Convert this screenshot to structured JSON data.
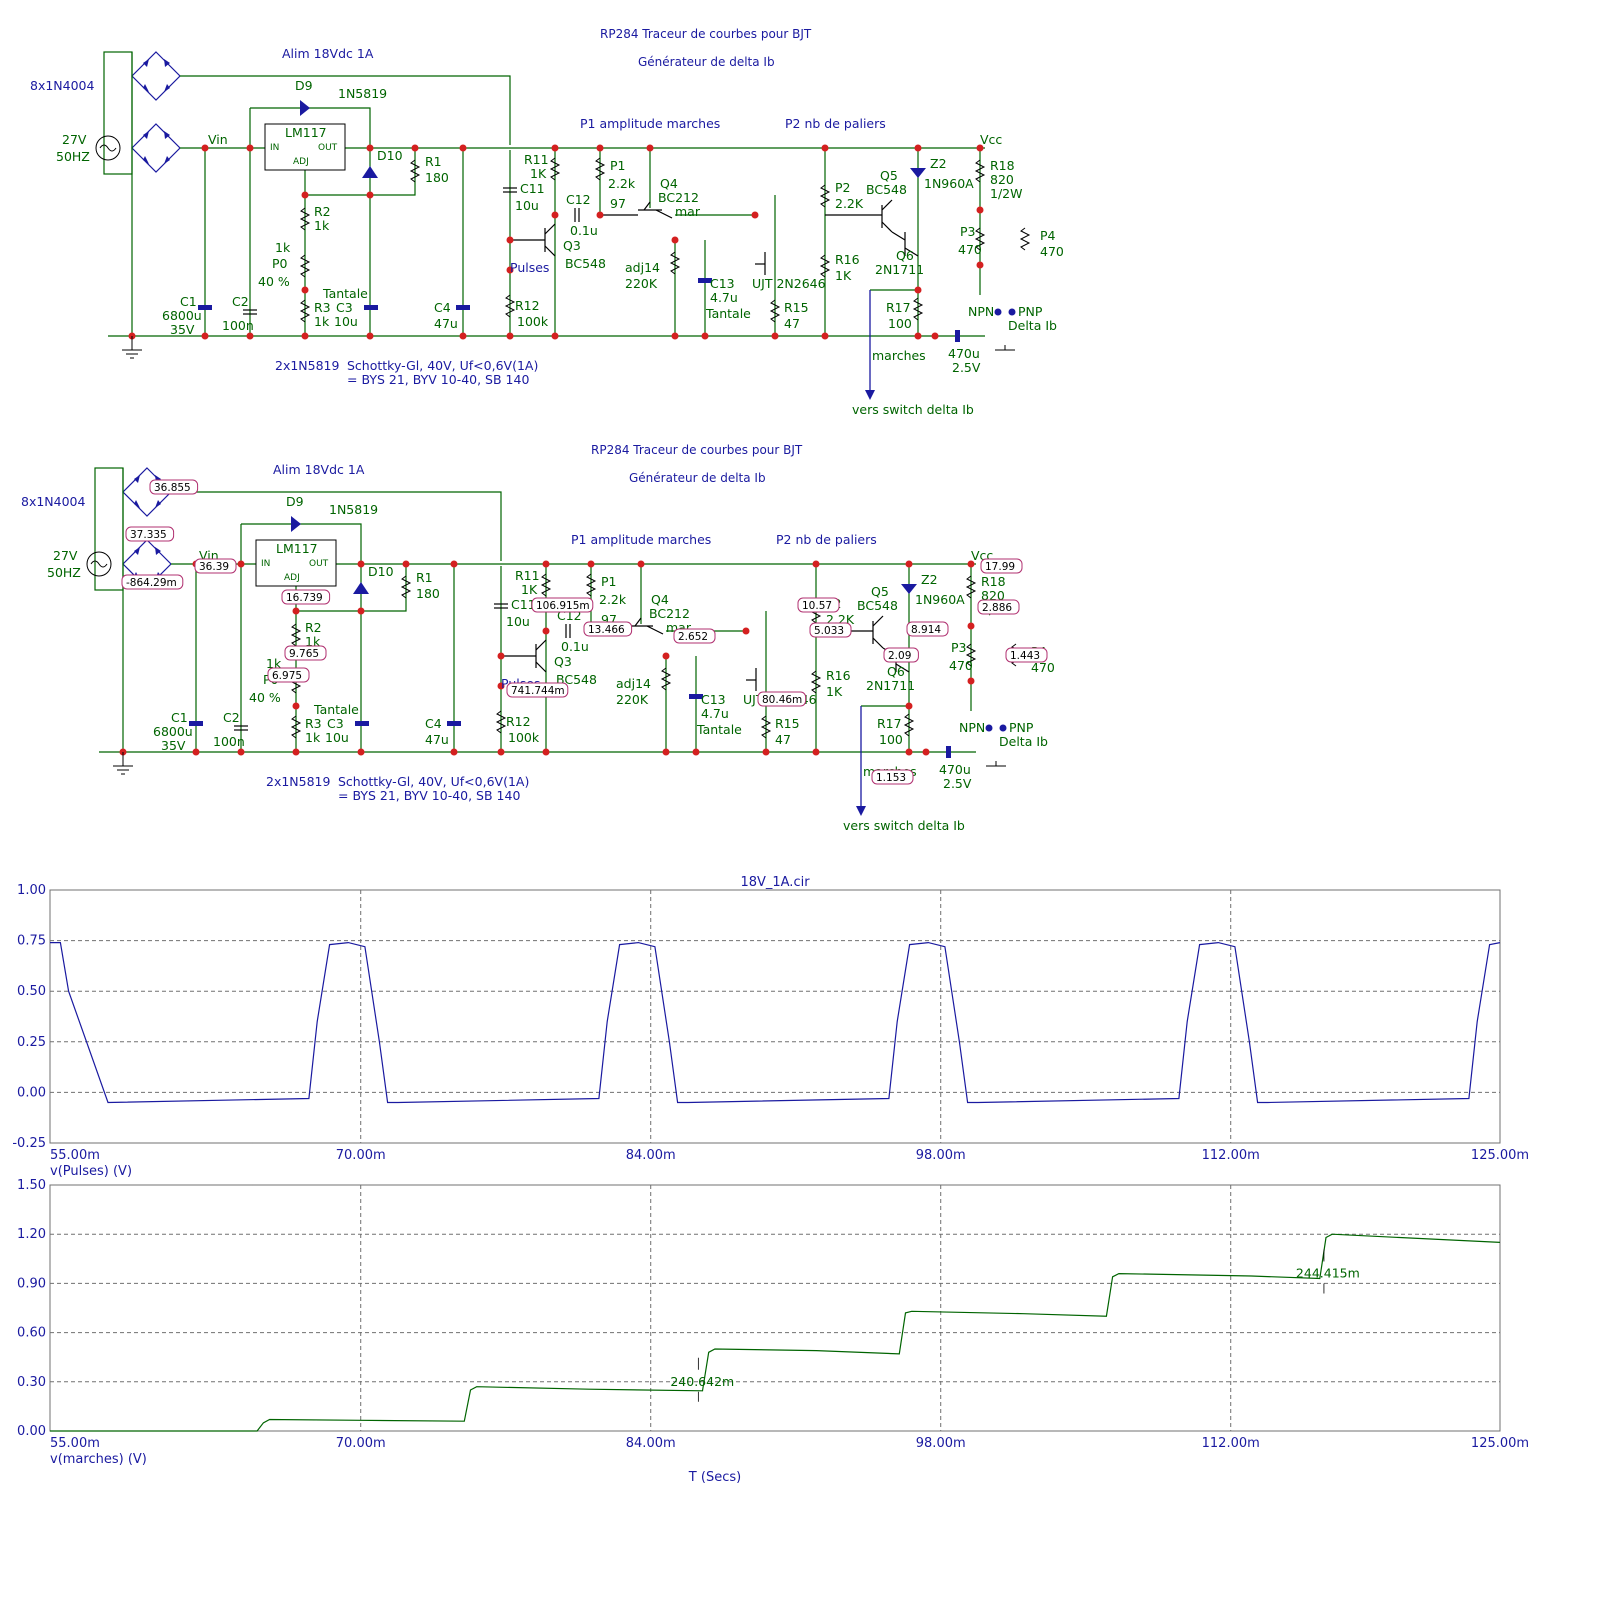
{
  "schematic": {
    "title": "RP284 Traceur de courbes pour BJT",
    "subtitle": "Générateur de delta Ib",
    "labels": {
      "alim": "Alim 18Vdc 1A",
      "bridge": "8x1N4004",
      "source_v": "27V",
      "source_f": "50HZ",
      "vin": "Vin",
      "vcc": "Vcc",
      "d9": "D9",
      "d9_part": "1N5819",
      "lm117": "LM117",
      "in": "IN",
      "out": "OUT",
      "adj": "ADJ",
      "d10": "D10",
      "r1": "R1",
      "r1_val": "180",
      "r2": "R2",
      "r2_val": "1k",
      "p0": "P0",
      "p0_val": "1k",
      "p0_pct": "40 %",
      "r3": "R3",
      "r3_val": "1k",
      "c1": "C1",
      "c1_val": "6800u",
      "c1_v": "35V",
      "c2": "C2",
      "c2_val": "100n",
      "c3": "C3",
      "c3_val": "10u",
      "tantale": "Tantale",
      "c4": "C4",
      "c4_val": "47u",
      "schottky_count": "2x1N5819",
      "schottky_note1": "Schottky-Gl, 40V, Uf<0,6V(1A)",
      "schottky_note2": "= BYS 21, BYV 10-40, SB 140",
      "p1_title": "P1 amplitude marches",
      "p2_title": "P2 nb de paliers",
      "r11": "R11",
      "r11_val": "1K",
      "c11": "C11",
      "c11_val": "10u",
      "c12": "C12",
      "c12_val": "0.1u",
      "p1": "P1",
      "p1_val": "2.2k",
      "p1_pct": "97",
      "q3": "Q3",
      "q3_part": "BC548",
      "pulses": "Pulses",
      "r12": "R12",
      "r12_val": "100k",
      "q4": "Q4",
      "q4_part": "BC212",
      "mar": "mar",
      "adj14": "adj14",
      "adj14_val": "220K",
      "c13": "C13",
      "c13_val": "4.7u",
      "ujt": "UJT 2N2646",
      "r15": "R15",
      "r15_val": "47",
      "p2": "P2",
      "p2_val": "2.2K",
      "r16": "R16",
      "r16_val": "1K",
      "q5": "Q5",
      "q5_part": "BC548",
      "q6": "Q6",
      "q6_part": "2N1711",
      "z2": "Z2",
      "z2_part": "1N960A",
      "r18": "R18",
      "r18_val": "820",
      "r18_w": "1/2W",
      "p3": "P3",
      "p3_val": "470",
      "p4": "P4",
      "p4_val": "470",
      "r17": "R17",
      "r17_val": "100",
      "npn": "NPN",
      "pnp": "PNP",
      "delta_ib": "Delta Ib",
      "cout": "470u",
      "cout_v": "2.5V",
      "marches": "marches",
      "vers": "vers switch delta Ib"
    },
    "node_voltages": {
      "bridge_top": "36.855",
      "bridge_mid": "37.335",
      "bridge_bot": "-864.29m",
      "vin": "36.39",
      "adj": "16.739",
      "r2p0": "9.765",
      "p0w": "6.975",
      "r11c": "106.915m",
      "c12": "13.466",
      "mar": "2.652",
      "pulses": "741.744m",
      "p2": "10.57",
      "p2w": "5.033",
      "ujt_b": "80.46m",
      "q6c": "8.914",
      "q5e": "2.09",
      "vcc": "17.99",
      "r18": "2.886",
      "p3p4": "1.443",
      "marches": "1.153"
    }
  },
  "chart_data": [
    {
      "type": "line",
      "title": "18V_1A.cir",
      "ylabel": "v(Pulses) (V)",
      "xlabel": "",
      "xlim": [
        55,
        125
      ],
      "ylim": [
        -0.25,
        1.0
      ],
      "xticks": [
        "55.00m",
        "70.00m",
        "84.00m",
        "98.00m",
        "112.00m",
        "125.00m"
      ],
      "yticks": [
        "1.00",
        "0.75",
        "0.50",
        "0.25",
        "0.00",
        "-0.25"
      ],
      "grid": true,
      "color": "#1a1aa0",
      "series": [
        {
          "x": [
            55.0,
            55.5,
            55.9,
            57.8,
            67.5,
            67.9,
            68.5,
            69.4,
            70.2,
            70.9,
            71.3,
            71.8,
            81.5,
            81.9,
            82.5,
            83.4,
            84.2,
            84.9,
            85.3,
            85.8,
            95.5,
            95.9,
            96.5,
            97.4,
            98.2,
            98.9,
            99.3,
            99.8,
            109.5,
            109.9,
            110.5,
            111.4,
            112.2,
            112.9,
            113.3,
            113.8,
            123.5,
            123.9,
            124.5,
            125.0
          ],
          "y": [
            0.74,
            0.74,
            0.5,
            -0.05,
            -0.03,
            0.35,
            0.73,
            0.74,
            0.72,
            0.25,
            -0.05,
            -0.05,
            -0.03,
            0.35,
            0.73,
            0.74,
            0.72,
            0.25,
            -0.05,
            -0.05,
            -0.03,
            0.35,
            0.73,
            0.74,
            0.72,
            0.25,
            -0.05,
            -0.05,
            -0.03,
            0.35,
            0.73,
            0.74,
            0.72,
            0.25,
            -0.05,
            -0.05,
            -0.03,
            0.35,
            0.73,
            0.74
          ]
        }
      ]
    },
    {
      "type": "line",
      "title": "",
      "ylabel": "v(marches) (V)",
      "xlabel": "T (Secs)",
      "xlim": [
        55,
        125
      ],
      "ylim": [
        0,
        1.5
      ],
      "xticks": [
        "55.00m",
        "70.00m",
        "84.00m",
        "98.00m",
        "112.00m",
        "125.00m"
      ],
      "yticks": [
        "1.50",
        "1.20",
        "0.90",
        "0.60",
        "0.30",
        "0.00"
      ],
      "grid": true,
      "color": "#006400",
      "annotations": [
        "240.642m",
        "244.415m"
      ],
      "series": [
        {
          "x": [
            55.0,
            65.0,
            65.3,
            65.6,
            70.0,
            75.0,
            75.3,
            75.6,
            81.0,
            86.5,
            86.8,
            87.1,
            92.0,
            96.0,
            96.3,
            96.6,
            102.0,
            106.0,
            106.3,
            106.6,
            113.0,
            116.3,
            116.6,
            116.9,
            125.0
          ],
          "y": [
            0.0,
            0.0,
            0.05,
            0.07,
            0.065,
            0.06,
            0.25,
            0.27,
            0.255,
            0.245,
            0.48,
            0.5,
            0.49,
            0.47,
            0.72,
            0.73,
            0.715,
            0.7,
            0.94,
            0.96,
            0.945,
            0.93,
            1.18,
            1.2,
            1.15
          ]
        }
      ]
    }
  ]
}
